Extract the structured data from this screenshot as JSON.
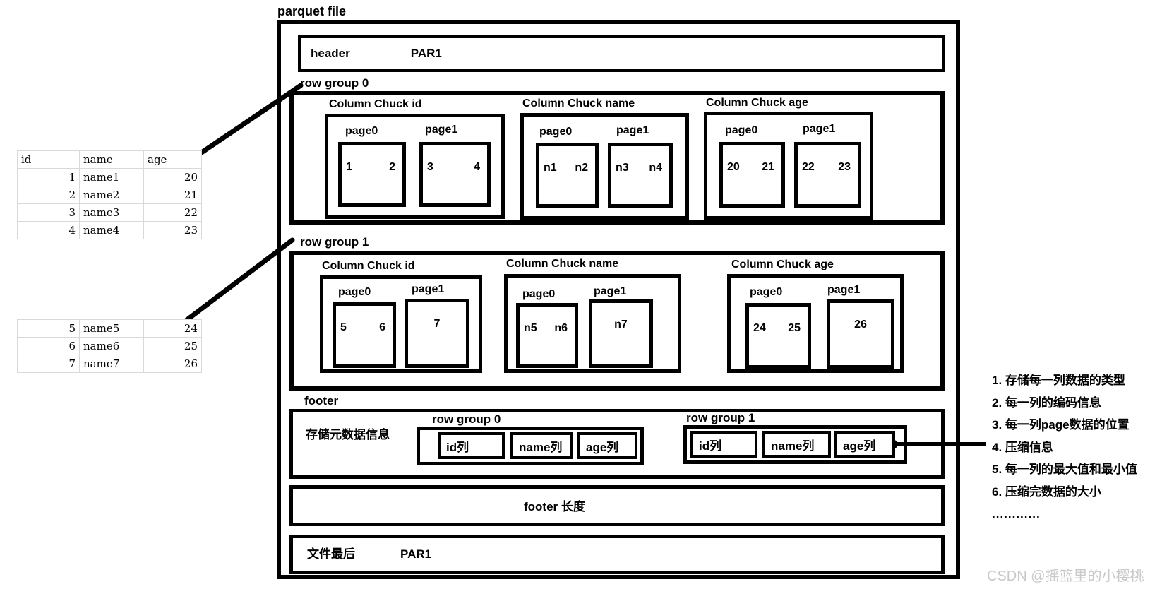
{
  "title": "parquet file",
  "source_table": {
    "columns": [
      "id",
      "name",
      "age"
    ],
    "group0_rows": [
      [
        "1",
        "name1",
        "20"
      ],
      [
        "2",
        "name2",
        "21"
      ],
      [
        "3",
        "name3",
        "22"
      ],
      [
        "4",
        "name4",
        "23"
      ]
    ],
    "group1_rows": [
      [
        "5",
        "name5",
        "24"
      ],
      [
        "6",
        "name6",
        "25"
      ],
      [
        "7",
        "name7",
        "26"
      ]
    ]
  },
  "header_box": {
    "label": "header",
    "magic": "PAR1"
  },
  "row_groups": [
    {
      "label": "row group 0",
      "chunks": [
        {
          "title": "Column Chuck id",
          "pages": [
            {
              "label": "page0",
              "values": [
                "1",
                "2"
              ]
            },
            {
              "label": "page1",
              "values": [
                "3",
                "4"
              ]
            }
          ]
        },
        {
          "title": "Column Chuck name",
          "pages": [
            {
              "label": "page0",
              "values": [
                "n1",
                "n2"
              ]
            },
            {
              "label": "page1",
              "values": [
                "n3",
                "n4"
              ]
            }
          ]
        },
        {
          "title": "Column Chuck age",
          "pages": [
            {
              "label": "page0",
              "values": [
                "20",
                "21"
              ]
            },
            {
              "label": "page1",
              "values": [
                "22",
                "23"
              ]
            }
          ]
        }
      ]
    },
    {
      "label": "row group 1",
      "chunks": [
        {
          "title": "Column Chuck id",
          "pages": [
            {
              "label": "page0",
              "values": [
                "5",
                "6"
              ]
            },
            {
              "label": "page1",
              "values": [
                "7"
              ]
            }
          ]
        },
        {
          "title": "Column Chuck name",
          "pages": [
            {
              "label": "page0",
              "values": [
                "n5",
                "n6"
              ]
            },
            {
              "label": "page1",
              "values": [
                "n7"
              ]
            }
          ]
        },
        {
          "title": "Column Chuck age",
          "pages": [
            {
              "label": "page0",
              "values": [
                "24",
                "25"
              ]
            },
            {
              "label": "page1",
              "values": [
                "26"
              ]
            }
          ]
        }
      ]
    }
  ],
  "footer": {
    "label": "footer",
    "meta_label": "存储元数据信息",
    "groups": [
      {
        "label": "row group 0",
        "columns": [
          "id列",
          "name列",
          "age列"
        ]
      },
      {
        "label": "row group 1",
        "columns": [
          "id列",
          "name列",
          "age列"
        ]
      }
    ]
  },
  "footer_length": {
    "label": "footer 长度"
  },
  "file_end": {
    "label": "文件最后",
    "magic": "PAR1"
  },
  "notes": {
    "items": [
      "1. 存储每一列数据的类型",
      "2. 每一列的编码信息",
      "3. 每一列page数据的位置",
      "4. 压缩信息",
      "5. 每一列的最大值和最小值",
      "6. 压缩完数据的大小",
      "............"
    ]
  },
  "watermark": "CSDN @摇篮里的小樱桃",
  "colors": {
    "line": "#000000",
    "table_border": "#d9d9d9",
    "watermark": "#c9c9c9"
  }
}
